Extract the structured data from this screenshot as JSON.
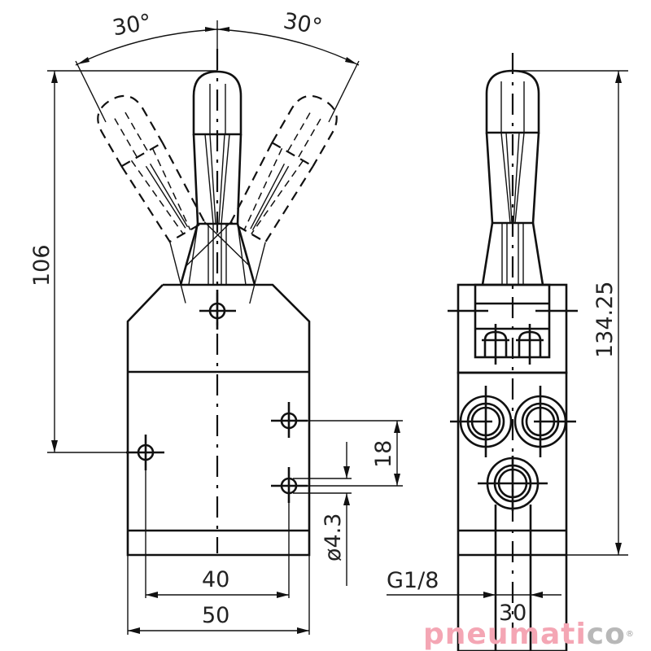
{
  "drawing": {
    "type": "technical-drawing",
    "subject": "lever-operated pneumatic valve",
    "views": [
      "front-view",
      "side-view"
    ]
  },
  "dimensions": {
    "angle_left": "30°",
    "angle_right": "30°",
    "height_front": "106",
    "height_side": "134.25",
    "hole_spacing_vertical": "18",
    "hole_diameter": "ø4.3",
    "hole_spacing_horizontal": "40",
    "body_width": "50",
    "port_thread": "G1/8",
    "port_spacing": "30"
  },
  "logo": {
    "text_main": "pneumati",
    "text_end": "co",
    "registered": "®",
    "color": "#f4a6b4"
  },
  "colors": {
    "line": "#111111",
    "background": "#ffffff"
  }
}
